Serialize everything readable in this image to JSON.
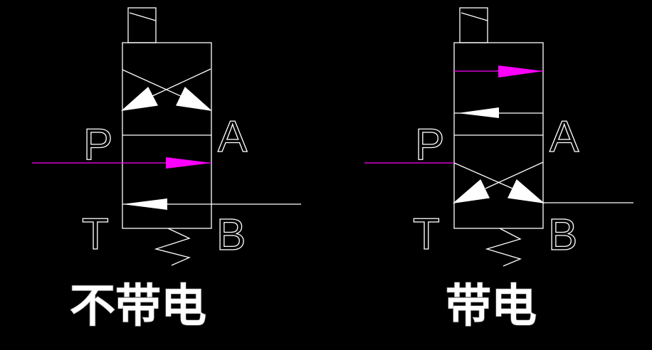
{
  "colors": {
    "background": "#000000",
    "line": "#ffffff",
    "active_flow": "#ff00ff"
  },
  "valves": [
    {
      "state_label": "不带电",
      "ports": {
        "P": "P",
        "A": "A",
        "T": "T",
        "B": "B"
      }
    },
    {
      "state_label": "带电",
      "ports": {
        "P": "P",
        "A": "A",
        "T": "T",
        "B": "B"
      }
    }
  ]
}
